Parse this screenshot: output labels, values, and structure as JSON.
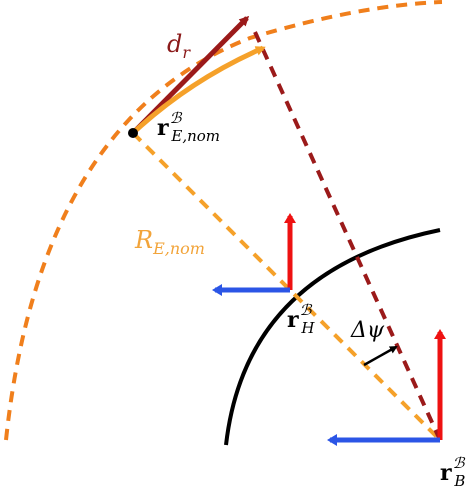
{
  "labels": {
    "dr": {
      "base": "d",
      "sub": "r"
    },
    "r_e_nom": {
      "base": "r",
      "sup": "ℬ",
      "sub": "E,nom"
    },
    "R_e_nom": {
      "base": "R",
      "sub": "E,nom"
    },
    "r_h": {
      "base": "r",
      "sup": "ℬ",
      "sub": "H"
    },
    "delta_psi": "Δψ",
    "r_b": {
      "base": "r",
      "sup": "ℬ",
      "sub": "B"
    }
  },
  "colors": {
    "orange": "#f5a12a",
    "orange_dark": "#f07f1c",
    "dark_red": "#9b1a1a",
    "red": "#ee1111",
    "blue": "#2b55e6",
    "black": "#000000",
    "label_dark_red": "#8b1a1a",
    "label_orange": "#f2a43a"
  }
}
